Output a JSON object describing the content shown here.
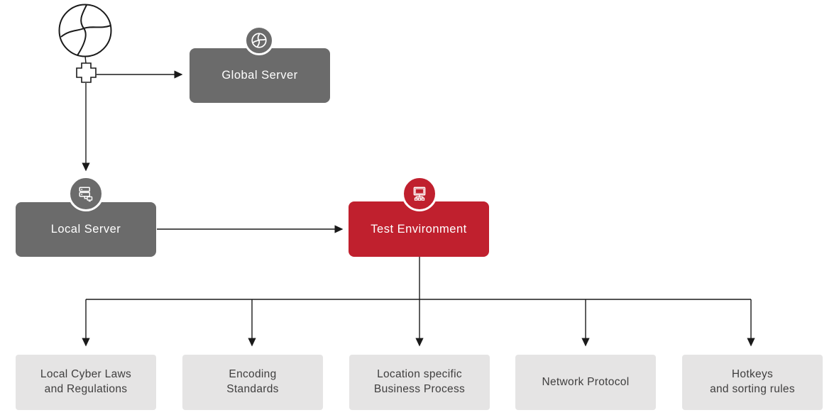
{
  "colors": {
    "dark_node": "#6b6b6b",
    "red_node": "#c0202e",
    "leaf_background": "#e5e4e4",
    "leaf_text": "#3f3e3e",
    "connector_line": "#1a1a1a"
  },
  "nodes": {
    "global_server": {
      "label": "Global Server",
      "icon": "globe-icon"
    },
    "local_server": {
      "label": "Local Server",
      "icon": "server-icon"
    },
    "test_environment": {
      "label": "Test Environment",
      "icon": "monitor-icon"
    }
  },
  "source_icons": {
    "internet": "globe-sketch-icon",
    "junction": "plug-icon"
  },
  "leaves": [
    {
      "label": "Local Cyber Laws\nand Regulations"
    },
    {
      "label": "Encoding\nStandards"
    },
    {
      "label": "Location specific\nBusiness Process"
    },
    {
      "label": "Network Protocol"
    },
    {
      "label": "Hotkeys\nand sorting rules"
    }
  ]
}
